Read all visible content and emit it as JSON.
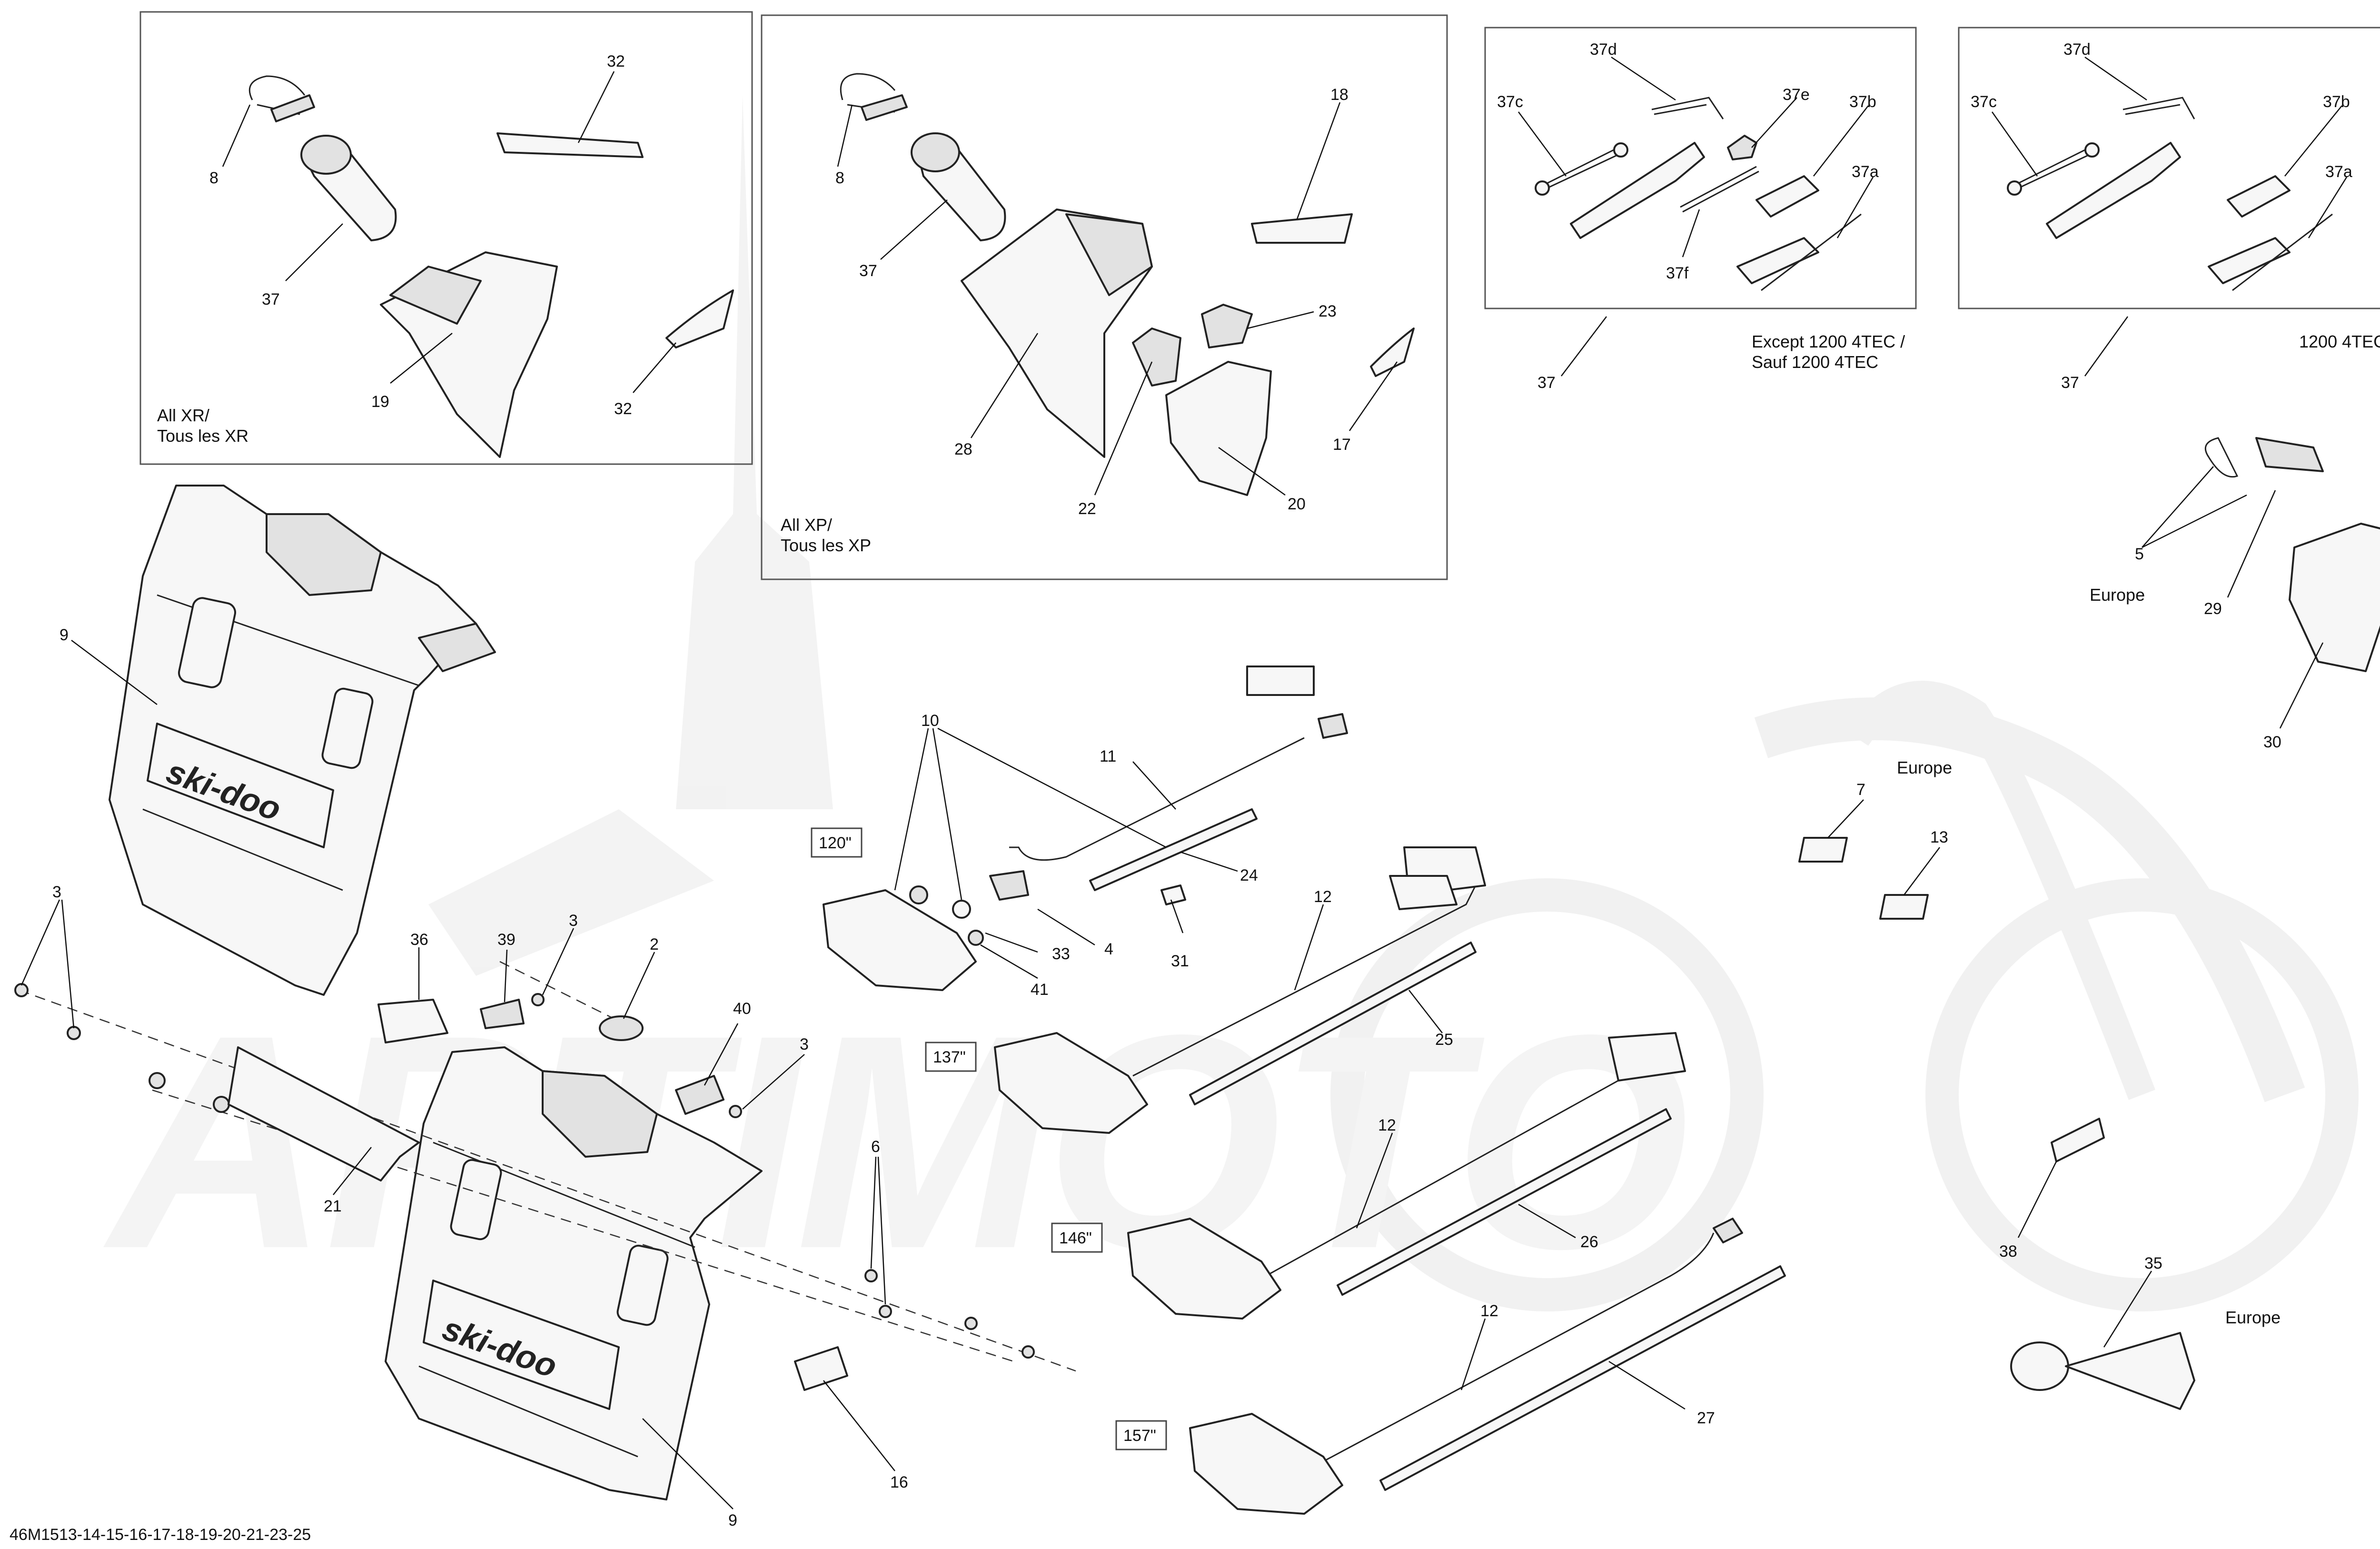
{
  "footer_code": "46M1513-14-15-16-17-18-19-20-21-23-25",
  "inset_xr": {
    "caption_1": "All XR/",
    "caption_2": "Tous les XR",
    "callouts": [
      "32",
      "8",
      "37",
      "32",
      "19"
    ]
  },
  "inset_xp": {
    "caption_1": "All XP/",
    "caption_2": "Tous les XP",
    "callouts": [
      "18",
      "8",
      "37",
      "23",
      "28",
      "17",
      "22",
      "20"
    ]
  },
  "toolkit_a": {
    "callouts": [
      "37d",
      "37c",
      "37e",
      "37b",
      "37a",
      "37f"
    ],
    "below_callout": "37",
    "note_1": "Except 1200 4TEC /",
    "note_2": "Sauf 1200 4TEC"
  },
  "toolkit_b": {
    "callouts": [
      "37d",
      "37c",
      "37b",
      "37a"
    ],
    "below_callout": "37",
    "note": "1200 4TEC"
  },
  "europe_labels": [
    "Europe",
    "Europe",
    "Europe"
  ],
  "track_sizes": [
    "120\"",
    "137\"",
    "146\"",
    "157\""
  ],
  "brand_decal": "ski-doo",
  "main_callouts": {
    "c9a": "9",
    "c9b": "9",
    "c3a": "3",
    "c3b": "3",
    "c3c": "3",
    "c36": "36",
    "c39": "39",
    "c2": "2",
    "c40": "40",
    "c21": "21",
    "c6": "6",
    "c16": "16",
    "c10": "10",
    "c11": "11",
    "c24": "24",
    "c4": "4",
    "c33": "33",
    "c41": "41",
    "c31": "31",
    "c12a": "12",
    "c25": "25",
    "c12b": "12",
    "c26": "26",
    "c12c": "12",
    "c27": "27",
    "c7": "7",
    "c13": "13",
    "c5": "5",
    "c29": "29",
    "c30": "30",
    "c38": "38",
    "c35": "35"
  },
  "watermark_text": "ARTIMOTO"
}
